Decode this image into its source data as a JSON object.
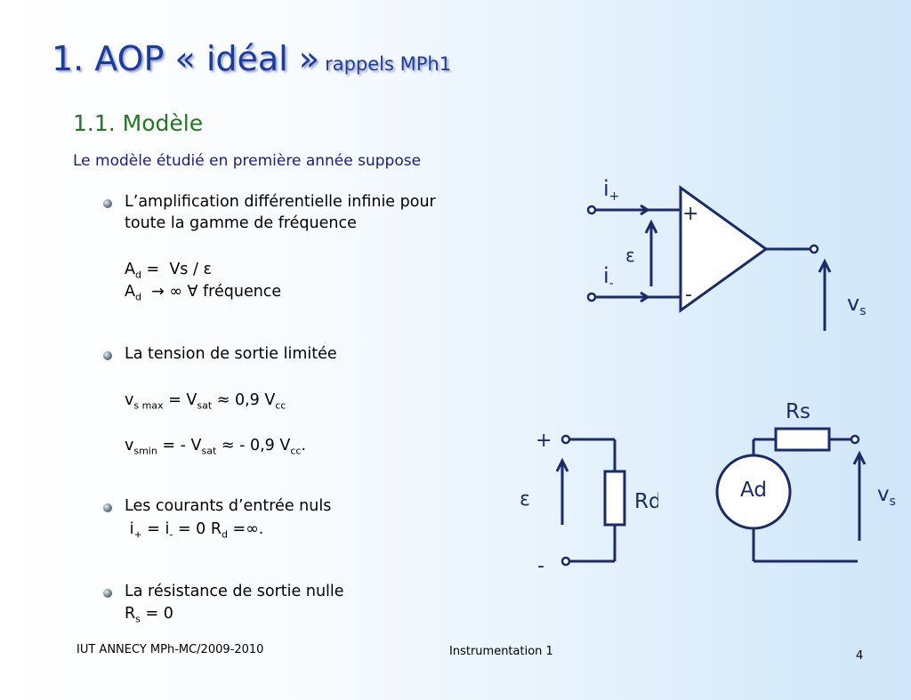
{
  "slide": {
    "title_num": "1.",
    "title_main": "AOP « idéal »",
    "title_small": "rappels MPh1",
    "subtitle": "1.1. Modèle",
    "intro": "Le modèle étudié en première année suppose"
  },
  "bullets": {
    "b1_line1": "L’amplification différentielle infinie pour",
    "b1_line2": "toute la gamme de fréquence",
    "b1_eq1": "Vs / ε",
    "b1_eq2": "→ ∞  ∀ fréquence",
    "b2": "La tension de sortie limitée",
    "b2_eq1": "= V",
    "b2_eq1_b": "≈ 0,9 V",
    "b2_eq2": "=  - V",
    "b2_eq2_b": "≈ - 0,9 V",
    "b3": "Les courants d’entrée nuls",
    "b3_eq": "= i",
    "b3_eq_b": "= 0      R",
    "b3_eq_c": "=∞.",
    "b4": "La résistance de sortie nulle",
    "b4_eq": "= 0"
  },
  "diagram": {
    "i_plus": "i",
    "i_plus_sub": "+",
    "i_minus": "i",
    "i_minus_sub": "-",
    "epsilon": "ε",
    "plus": "+",
    "minus": "-",
    "vs": "v",
    "vs_sub": "s",
    "rd": "Rd",
    "rs": "Rs",
    "ad": "Ad",
    "eps2": "ε",
    "plus2": "+",
    "minus2": "-",
    "vs2": "v",
    "vs2_sub": "s"
  },
  "footer": {
    "left": "IUT ANNECY MPh-MC/2009-2010",
    "center": "Instrumentation 1",
    "page": "4"
  }
}
